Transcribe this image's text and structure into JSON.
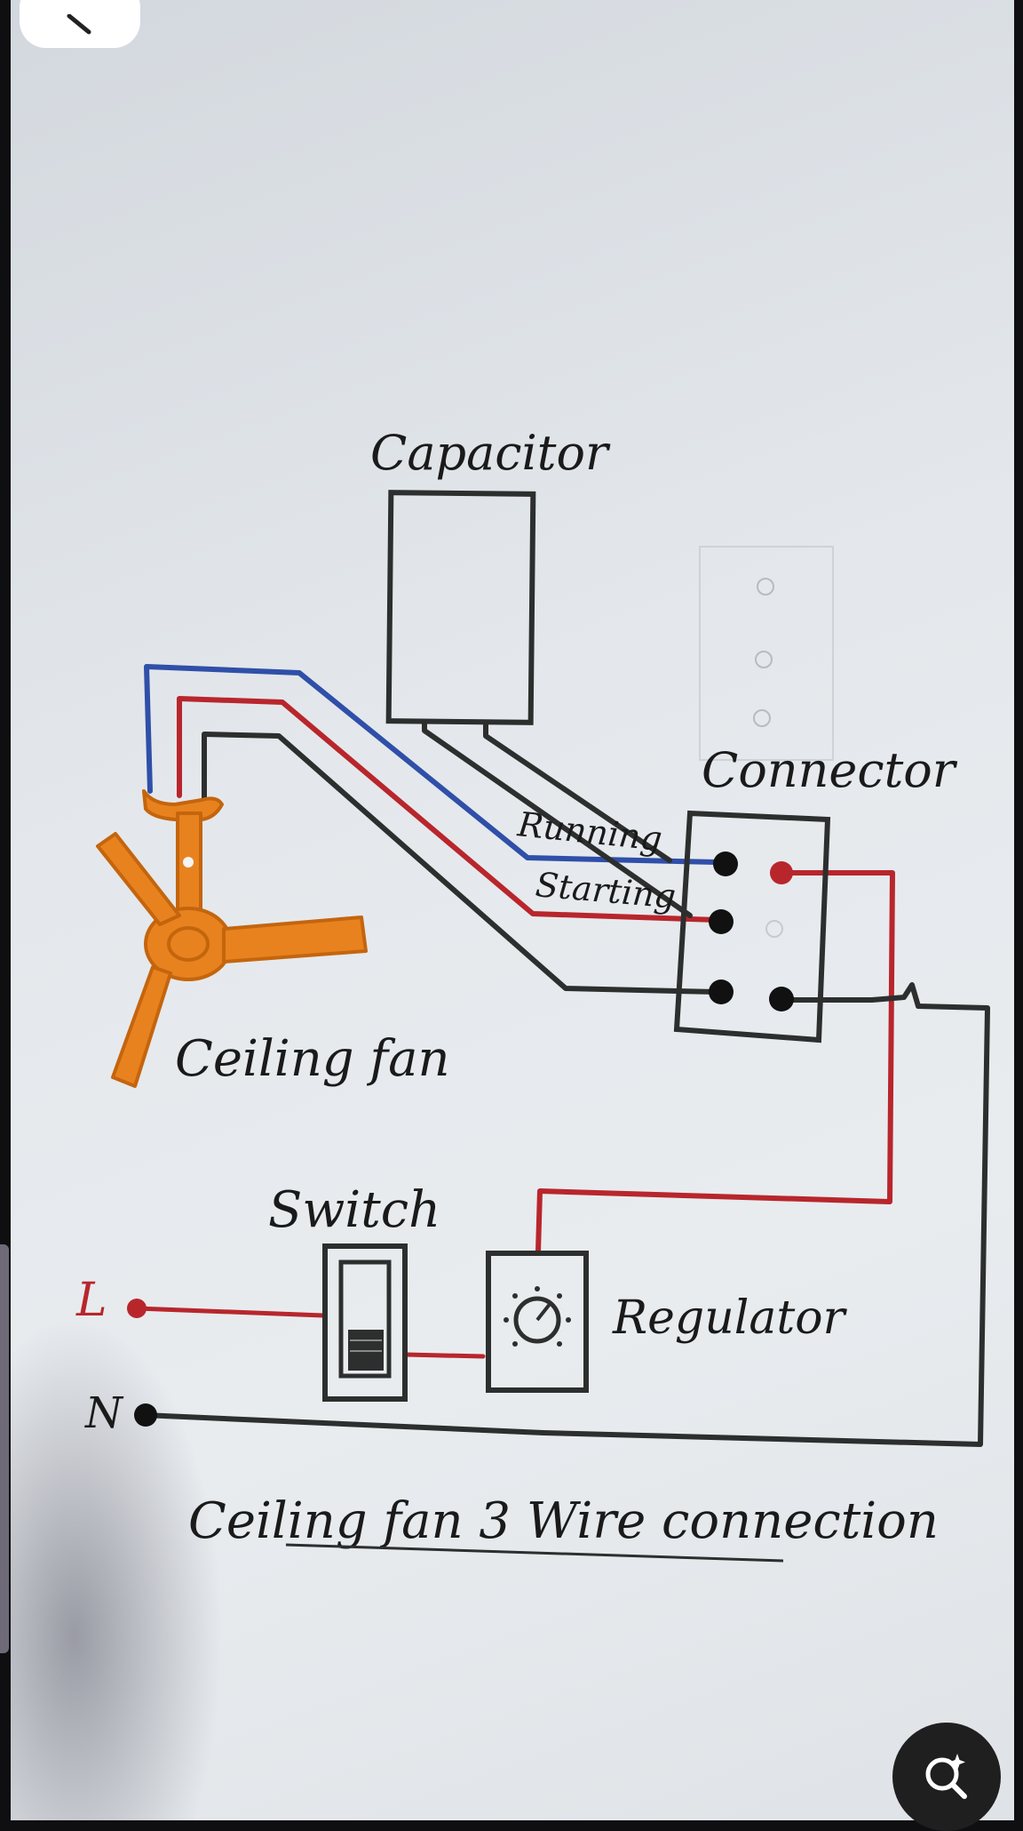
{
  "diagram": {
    "labels": {
      "capacitor": "Capacitor",
      "connector": "Connector",
      "running": "Running",
      "starting": "Starting",
      "ceiling_fan": "Ceiling fan",
      "switch": "Switch",
      "regulator": "Regulator",
      "live": "L",
      "neutral": "N",
      "title": "Ceiling fan 3 Wire connection"
    },
    "colors": {
      "blue_wire": "#2f4fa8",
      "red_wire": "#b8262c",
      "black_wire": "#2d2f2e",
      "fan": "#e8821e",
      "ink": "#1a1a1a"
    }
  },
  "ui": {
    "back_icon": "back-arrow-icon",
    "search_icon": "visual-search-icon"
  }
}
